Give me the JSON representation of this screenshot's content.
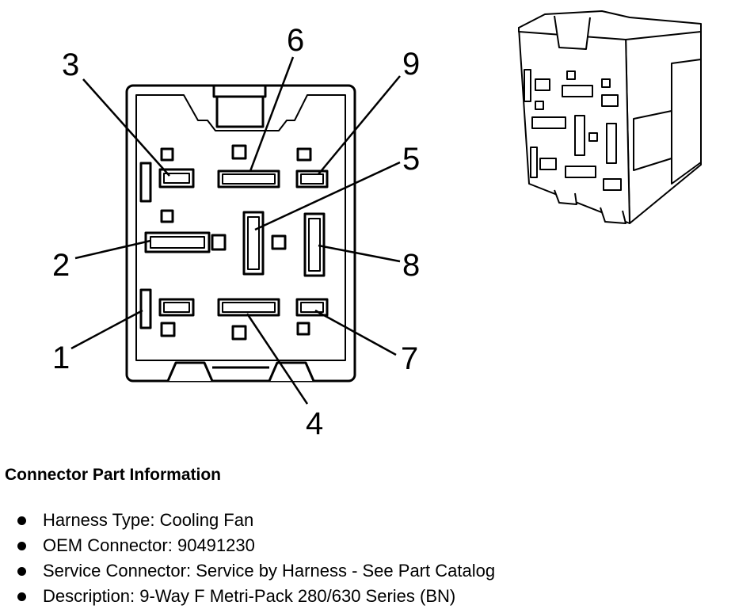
{
  "diagram": {
    "pin_labels": [
      "1",
      "2",
      "3",
      "4",
      "5",
      "6",
      "7",
      "8",
      "9"
    ]
  },
  "info": {
    "title": "Connector Part Information",
    "items": [
      {
        "label": "Harness Type:",
        "value": "Cooling Fan"
      },
      {
        "label": "OEM Connector:",
        "value": "90491230"
      },
      {
        "label": "Service Connector:",
        "value": "Service by Harness - See Part Catalog"
      },
      {
        "label": "Description:",
        "value": "9-Way F Metri-Pack 280/630 Series (BN)"
      }
    ]
  }
}
